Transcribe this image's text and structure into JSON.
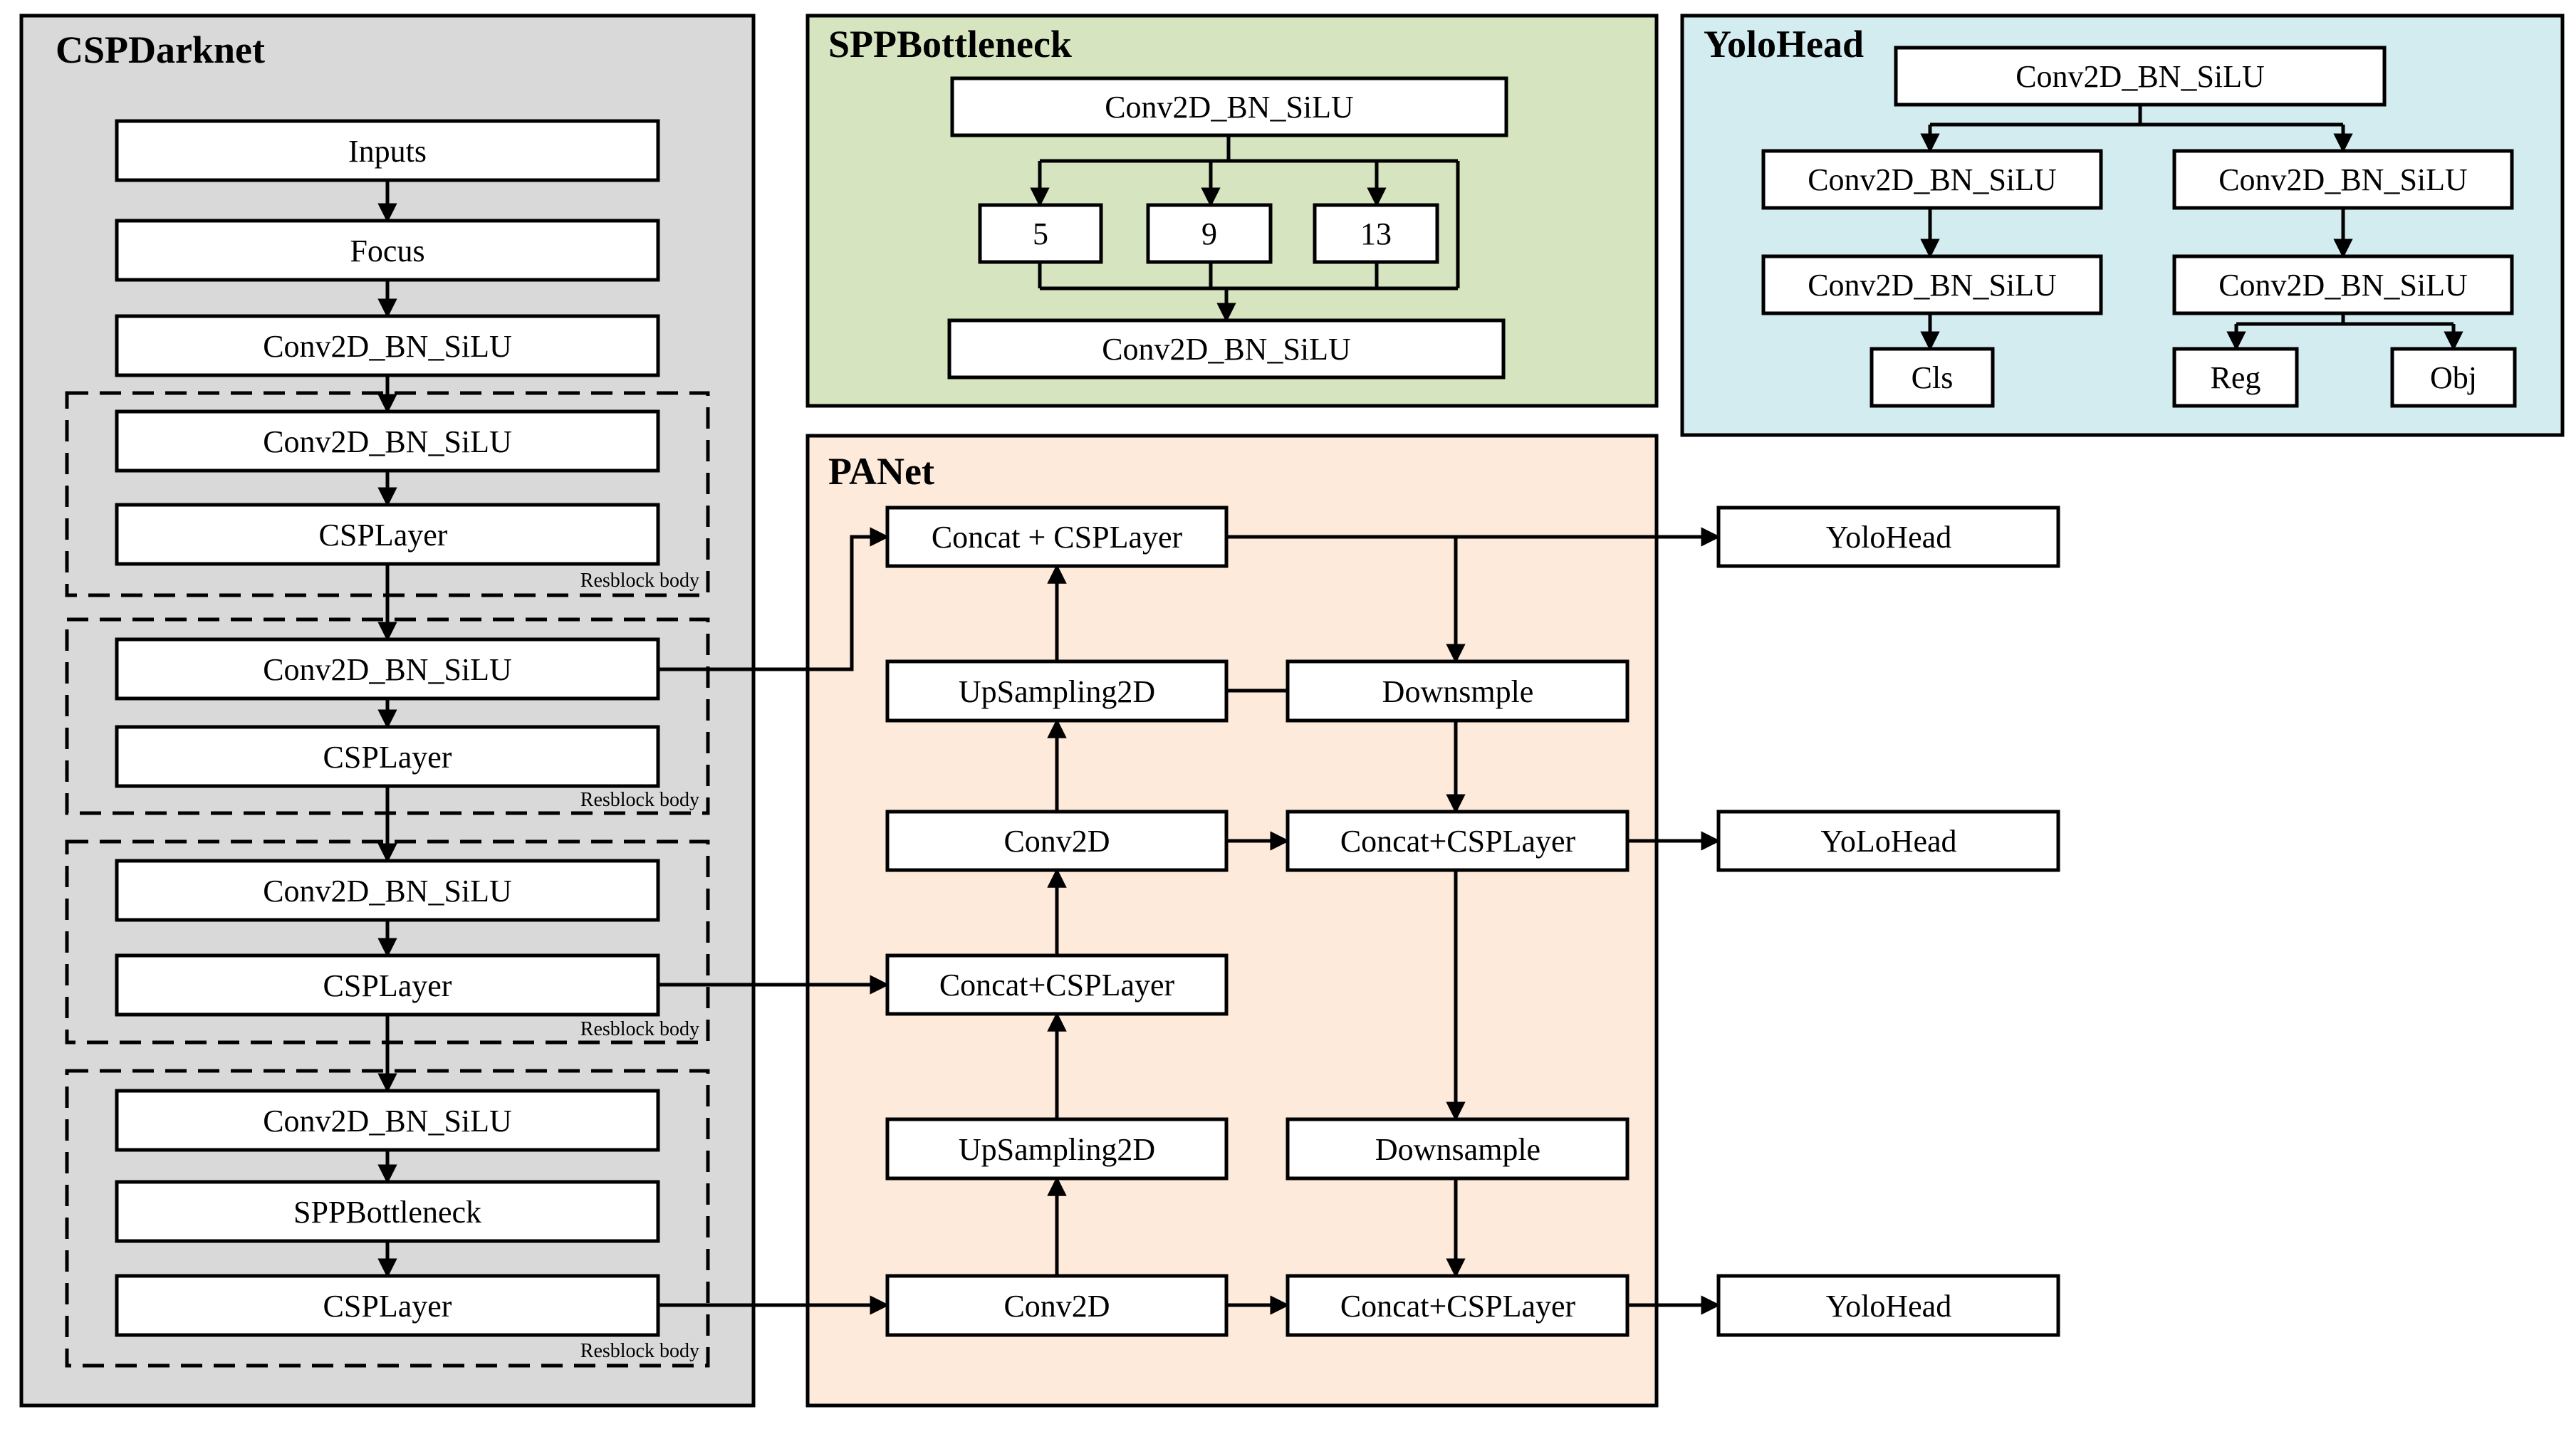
{
  "panels": {
    "cspdarknet": {
      "title": "CSPDarknet",
      "color": "#d9d9d9"
    },
    "sppbottleneck": {
      "title": "SPPBottleneck",
      "color": "#d6e5bf"
    },
    "yolohead": {
      "title": "YoloHead",
      "color": "#d3ecef"
    },
    "panet": {
      "title": "PANet",
      "color": "#fdeadb"
    }
  },
  "cspdarknet": {
    "inputs": "Inputs",
    "focus": "Focus",
    "conv_stem": "Conv2D_BN_SiLU",
    "block1": {
      "conv": "Conv2D_BN_SiLU",
      "csp": "CSPLayer",
      "label": "Resblock body"
    },
    "block2": {
      "conv": "Conv2D_BN_SiLU",
      "csp": "CSPLayer",
      "label": "Resblock body"
    },
    "block3": {
      "conv": "Conv2D_BN_SiLU",
      "csp": "CSPLayer",
      "label": "Resblock body"
    },
    "block4": {
      "conv": "Conv2D_BN_SiLU",
      "spp": "SPPBottleneck",
      "csp": "CSPLayer",
      "label": "Resblock body"
    }
  },
  "sppbottleneck": {
    "conv_top": "Conv2D_BN_SiLU",
    "pool_5": "5",
    "pool_9": "9",
    "pool_13": "13",
    "conv_bottom": "Conv2D_BN_SiLU"
  },
  "yolohead": {
    "conv_top": "Conv2D_BN_SiLU",
    "conv_left_1": "Conv2D_BN_SiLU",
    "conv_left_2": "Conv2D_BN_SiLU",
    "conv_right_1": "Conv2D_BN_SiLU",
    "conv_right_2": "Conv2D_BN_SiLU",
    "cls": "Cls",
    "reg": "Reg",
    "obj": "Obj"
  },
  "panet": {
    "concat_top": "Concat + CSPLayer",
    "upsampling_1": "UpSampling2D",
    "downsample_1": "Downsmple",
    "conv2d_1": "Conv2D",
    "concat_mid_right": "Concat+CSPLayer",
    "concat_mid_left": "Concat+CSPLayer",
    "upsampling_2": "UpSampling2D",
    "downsample_2": "Downsample",
    "conv2d_2": "Conv2D",
    "concat_bottom": "Concat+CSPLayer"
  },
  "outputs": {
    "head_1": "YoloHead",
    "head_2": "YoLoHead",
    "head_3": "YoloHead"
  }
}
